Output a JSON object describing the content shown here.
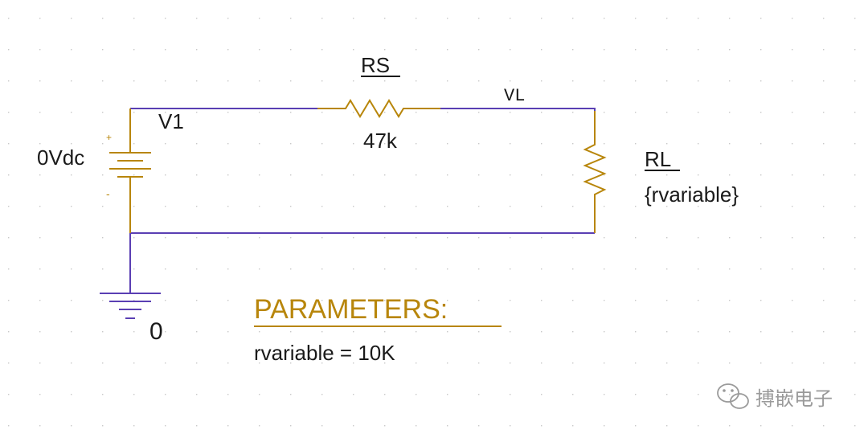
{
  "colors": {
    "background": "#ffffff",
    "grid_dot": "#c8c8c8",
    "wire": "#5a3fb3",
    "component": "#b8860b",
    "text": "#1a1a1a",
    "watermark": "#9a9a9a"
  },
  "source": {
    "name": "V1",
    "value": "0Vdc",
    "plus": "+",
    "minus": "-"
  },
  "resistor_rs": {
    "name": "RS",
    "value": "47k"
  },
  "resistor_rl": {
    "name": "RL",
    "value": "{rvariable}"
  },
  "net_label": "VL",
  "ground": {
    "label": "0"
  },
  "parameters": {
    "title": "PARAMETERS:",
    "assignment": "rvariable = 10K"
  },
  "watermark": {
    "text": "搏嵌电子",
    "icon": "wechat-icon"
  }
}
